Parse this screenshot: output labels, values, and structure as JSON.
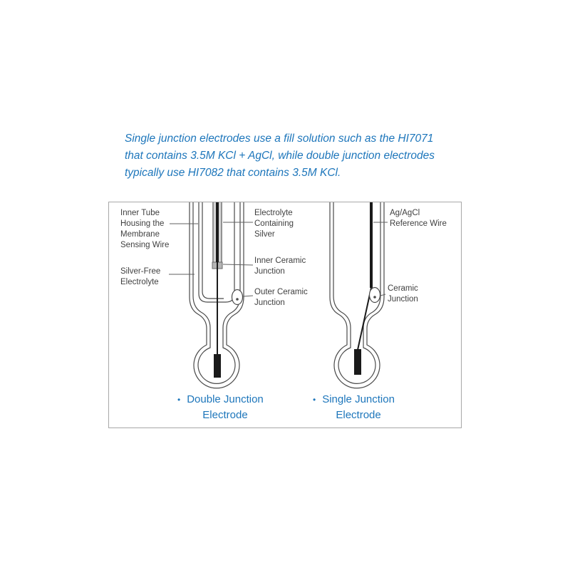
{
  "intro": {
    "line1": "Single junction electrodes use a fill solution such as the HI7071",
    "line2": "that contains 3.5M KCl + AgCl, while double junction electrodes",
    "line3": "typically use HI7082 that contains 3.5M KCl."
  },
  "diagram": {
    "labels": {
      "inner_tube": "Inner Tube Housing the Membrane Sensing Wire",
      "silver_free_electrolyte": "Silver-Free Electrolyte",
      "electrolyte_containing_silver": "Electrolyte Containing Silver",
      "inner_ceramic_junction": "Inner Ceramic Junction",
      "outer_ceramic_junction": "Outer Ceramic Junction",
      "ag_agcl_reference_wire": "Ag/AgCl Reference Wire",
      "ceramic_junction": "Ceramic Junction"
    },
    "captions": {
      "left": {
        "bullet": "•",
        "title": "Double Junction",
        "subtitle": "Electrode"
      },
      "right": {
        "bullet": "•",
        "title": "Single Junction",
        "subtitle": "Electrode"
      }
    },
    "colors": {
      "accent_blue": "#1d76bb",
      "outline_gray": "#4a4a4a",
      "box_border": "#a8a8a8",
      "wire_black": "#1a1a1a"
    }
  }
}
